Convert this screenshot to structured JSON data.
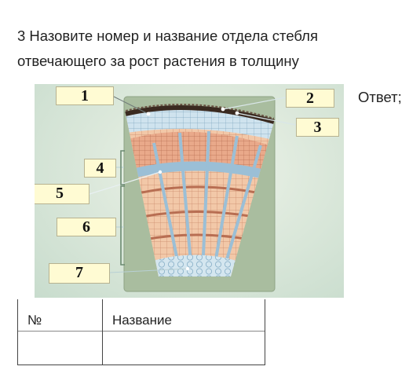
{
  "question": {
    "line1": "3 Назовите номер и название отдела стебля",
    "line2": "отвечающего за рост растения в толщину"
  },
  "answer_label": "Ответ;",
  "figure": {
    "labels": [
      "1",
      "2",
      "3",
      "4",
      "5",
      "6",
      "7"
    ]
  },
  "table": {
    "headers": [
      "№",
      "Название"
    ],
    "rows": [
      [
        "",
        ""
      ]
    ]
  }
}
